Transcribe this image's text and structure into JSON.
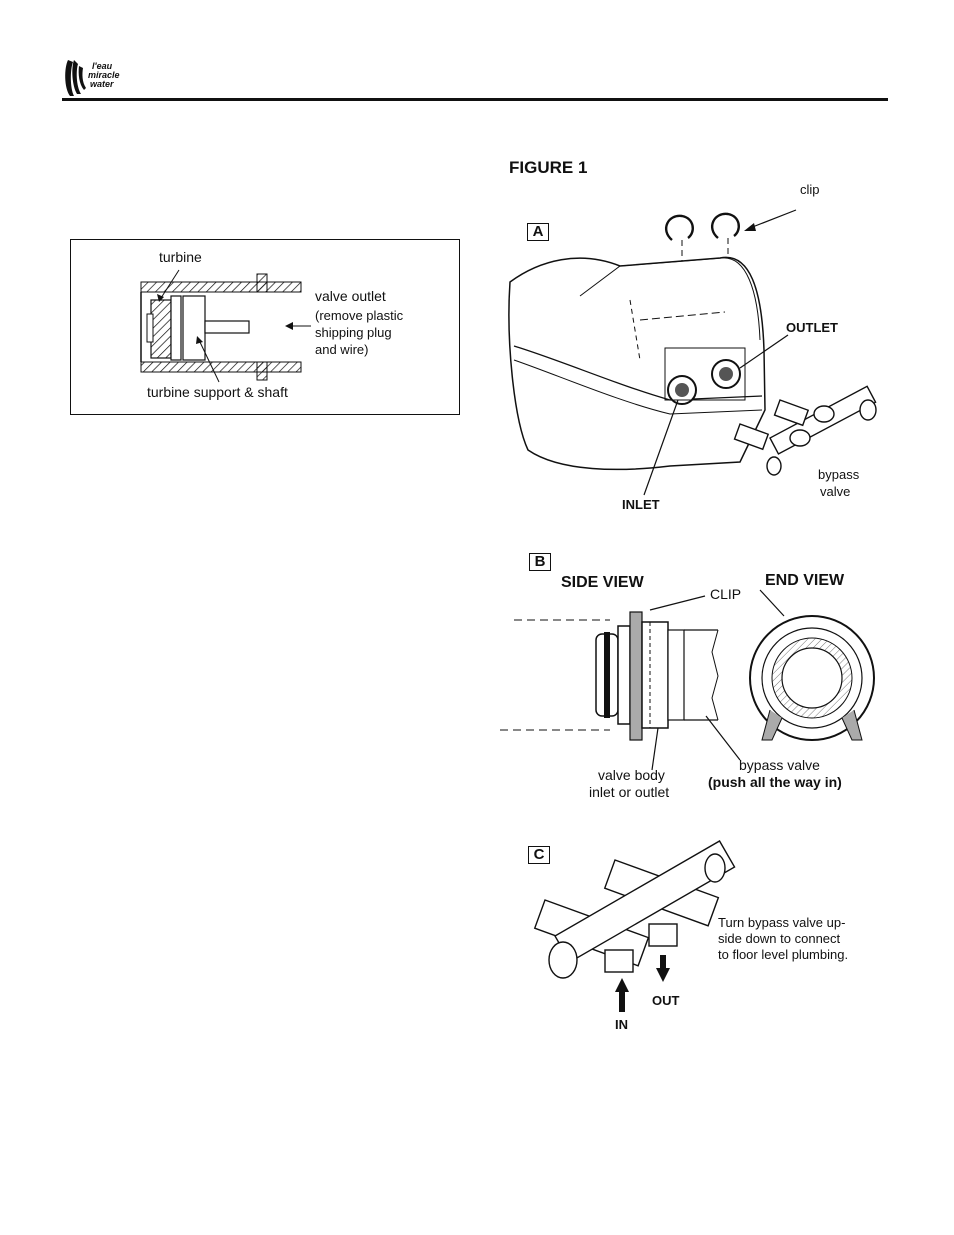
{
  "header": {
    "logo_lines": [
      "l'eau",
      "miracle",
      "water"
    ]
  },
  "turbine_figure": {
    "turbine_label": "turbine",
    "outlet_label": "valve outlet",
    "outlet_note_1": "(remove plastic",
    "outlet_note_2": "shipping plug",
    "outlet_note_3": "and wire)",
    "support_label": "turbine support & shaft"
  },
  "figure": {
    "title": "FIGURE 1",
    "panel_a": {
      "letter": "A",
      "clip": "clip",
      "outlet": "OUTLET",
      "inlet": "INLET",
      "bypass_1": "bypass",
      "bypass_2": "valve"
    },
    "panel_b": {
      "letter": "B",
      "side_view": "SIDE VIEW",
      "end_view": "END VIEW",
      "clip": "CLIP",
      "valve_body_1": "valve body",
      "valve_body_2": "inlet or outlet",
      "bypass": "bypass valve",
      "push": "(push all the way in)"
    },
    "panel_c": {
      "letter": "C",
      "note_1": "Turn bypass valve up-",
      "note_2": "side down to connect",
      "note_3": "to floor level plumbing.",
      "in": "IN",
      "out": "OUT"
    }
  }
}
